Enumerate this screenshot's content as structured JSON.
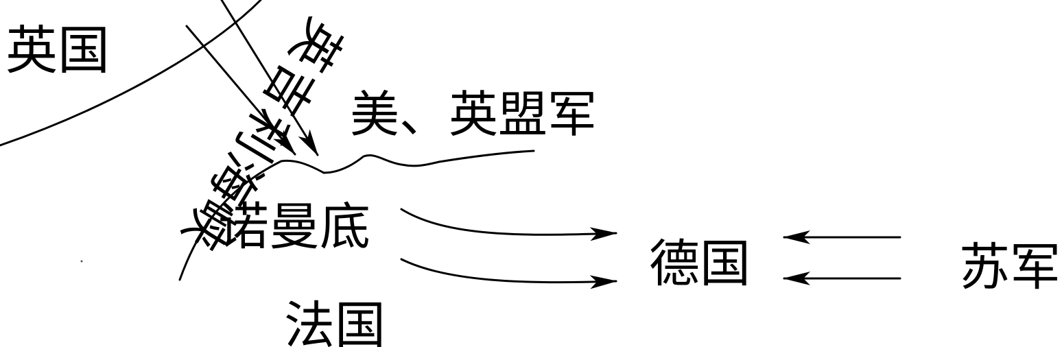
{
  "labels": {
    "uk": "英国",
    "channel": "英吉利海峡",
    "allies": "美、英盟军",
    "normandy": "诺曼底",
    "france": "法国",
    "germany": "德国",
    "soviet": "苏军"
  },
  "colors": {
    "ink": "#000000",
    "background": "#ffffff"
  }
}
